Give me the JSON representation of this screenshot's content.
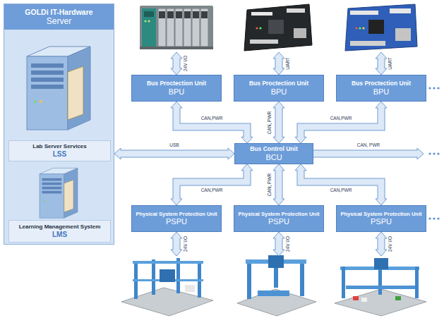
{
  "diagram": {
    "nodes": [
      {
        "text": [
          "GOLDi IT-Hardware",
          "Server"
        ]
      },
      {
        "text": [
          "Lab Server Services",
          "LSS"
        ],
        "in": 0
      },
      {
        "text": [
          "Learning Management System",
          "LMS"
        ],
        "in": 0
      },
      {
        "text": [
          "Bus Proctection Unit",
          "BPU"
        ]
      },
      {
        "text": [
          "Bus Proctection Unit",
          "BPU"
        ]
      },
      {
        "text": [
          "Bus Proctection Unit",
          "BPU"
        ]
      },
      {
        "text": [
          "Bus Control Unit",
          "BCU"
        ]
      },
      {
        "text": [
          "Physical System Protection Unit",
          "PSPU"
        ]
      },
      {
        "text": [
          "Physical System Protection Unit",
          "PSPU"
        ]
      },
      {
        "text": [
          "Physical System Protection Unit",
          "PSPU"
        ]
      }
    ],
    "edges": [
      {
        "from": 0,
        "to": 6,
        "label": "USB",
        "arrow": "both"
      },
      {
        "from": 3,
        "to": 6,
        "label": "CAN,PWR",
        "arrow": "both"
      },
      {
        "from": 4,
        "to": 6,
        "label": "CAN, PWR",
        "arrow": "both"
      },
      {
        "from": 5,
        "to": 6,
        "label": "CAN,PWR",
        "arrow": "both"
      },
      {
        "from": 7,
        "to": 6,
        "label": "CAN,PWR",
        "arrow": "both"
      },
      {
        "from": 8,
        "to": 6,
        "label": "CAN, PWR",
        "arrow": "both"
      },
      {
        "from": 9,
        "to": 6,
        "label": "CAN,PWR",
        "arrow": "both"
      }
    ],
    "labels": [
      "24V I/O",
      "UART",
      "UART",
      "CAN, PWR",
      "24V I/O",
      "24V I/O",
      "24V I/O"
    ]
  }
}
